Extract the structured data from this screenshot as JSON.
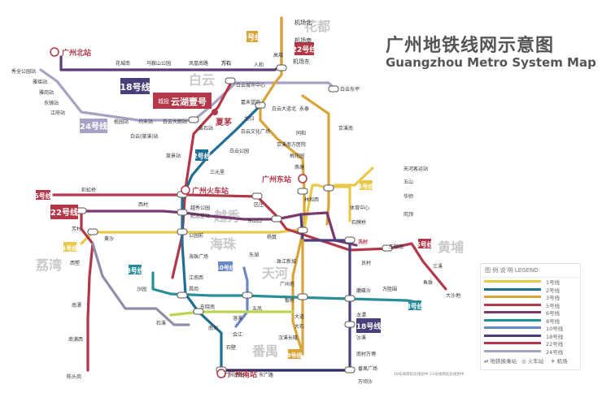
{
  "title": {
    "cn": "广州地铁线网示意图",
    "en": "Guangzhou Metro System Map"
  },
  "colors": {
    "line1": "#e8c94a",
    "line2": "#1f6e93",
    "line3": "#d9a43a",
    "line4": "#3b8a3e",
    "line5": "#b2384a",
    "line6": "#7b3a6f",
    "line7": "#bcd553",
    "line8": "#268e9a",
    "line9": "#7bc5c0",
    "line10": "#6a88c6",
    "line13": "#8b8a2d",
    "line14": "#84484d",
    "line18": "#4b3f7b",
    "line21": "#2a2a60",
    "line22": "#a8344a",
    "line24": "#9f9fc0",
    "apm": "#00a0dc",
    "transfer": "#5a5a5a",
    "station_text": "#333333"
  },
  "districts": [
    "花都",
    "白云",
    "越秀",
    "海珠",
    "天河",
    "黄埔",
    "荔湾",
    "番禺"
  ],
  "line_badges": [
    "3号线",
    "22号线",
    "18号线",
    "24号线",
    "2号线",
    "5号线",
    "22号线",
    "1号线",
    "8号线",
    "10号线",
    "5号线",
    "8号线",
    "18号线",
    "3号线",
    "1号线"
  ],
  "landmarks": {
    "guangzhou_north": "广州北站",
    "guangzhou_station": "广州火车站",
    "guangzhou_east": "广州东站",
    "guangzhou_south": "广州南站",
    "airport_north": "机场北",
    "airport_south": "机场南",
    "airport_east": "机场东"
  },
  "project": {
    "name": "云湖壹号",
    "logo_text": "城投",
    "place": "夏茅"
  },
  "stations": {
    "west_branch": [
      "秀全公园站",
      "雅瑶站",
      "雅岗站",
      "东镜站",
      "江府站"
    ],
    "line18_north": [
      "花城南",
      "马鞍山公园",
      "凤凰南路",
      "万石",
      "人和",
      "高增"
    ],
    "line24": [
      "榄园站",
      "均禾站",
      "白云大朗站",
      "黄石站"
    ],
    "line3_north": [
      "白云城市中心",
      "嘉禾望岗",
      "龙归",
      "白云大道北",
      "永泰",
      "同和",
      "京溪南方医院",
      "梅花园",
      "燕塘",
      "林和西",
      "体育中心",
      "石牌桥"
    ],
    "line2_north": [
      "白云文化广场",
      "白云公园",
      "三元里",
      "广州火车站"
    ],
    "line_central": [
      "白云(棠溪)站",
      "棠景站",
      "西村",
      "越秀公园",
      "纪念堂站",
      "东山口",
      "公园前",
      "海珠广场",
      "江南西",
      "昌岗",
      "沙园"
    ],
    "east": [
      "白云东平",
      "京溪南",
      "天河客运站",
      "五山",
      "华师",
      "岗顶",
      "鱼珠",
      "车陂南",
      "三溪",
      "大沙地",
      "员村",
      "冼村"
    ],
    "west": [
      "彩虹桥",
      "芳村",
      "黄沙",
      "西塱",
      "南漂",
      "南浦西",
      "陈头岗",
      "石溪"
    ],
    "south": [
      "东晓南",
      "五凤",
      "洛溪",
      "南洲",
      "会江",
      "石壁",
      "广州南站",
      "市广路",
      "东湖",
      "区庄",
      "杨箕",
      "珠江新城",
      "广州塔",
      "板桥",
      "大道",
      "大石",
      "汉溪长隆",
      "磨碟沙",
      "万胜围",
      "龙潭",
      "沙溪",
      "南村万博",
      "番禺广场",
      "万顷沙"
    ]
  },
  "legend": {
    "title": "图 例 说 明 LEGEND",
    "items": [
      "1号线",
      "2号线",
      "3号线",
      "5号线",
      "6号线",
      "8号线",
      "10号线",
      "18号线",
      "22号线",
      "24号线"
    ],
    "symbols": [
      "地铁换乘站",
      "火车站",
      "机场"
    ]
  },
  "note": "18号线南延段规划中 22号线南延段规划中"
}
